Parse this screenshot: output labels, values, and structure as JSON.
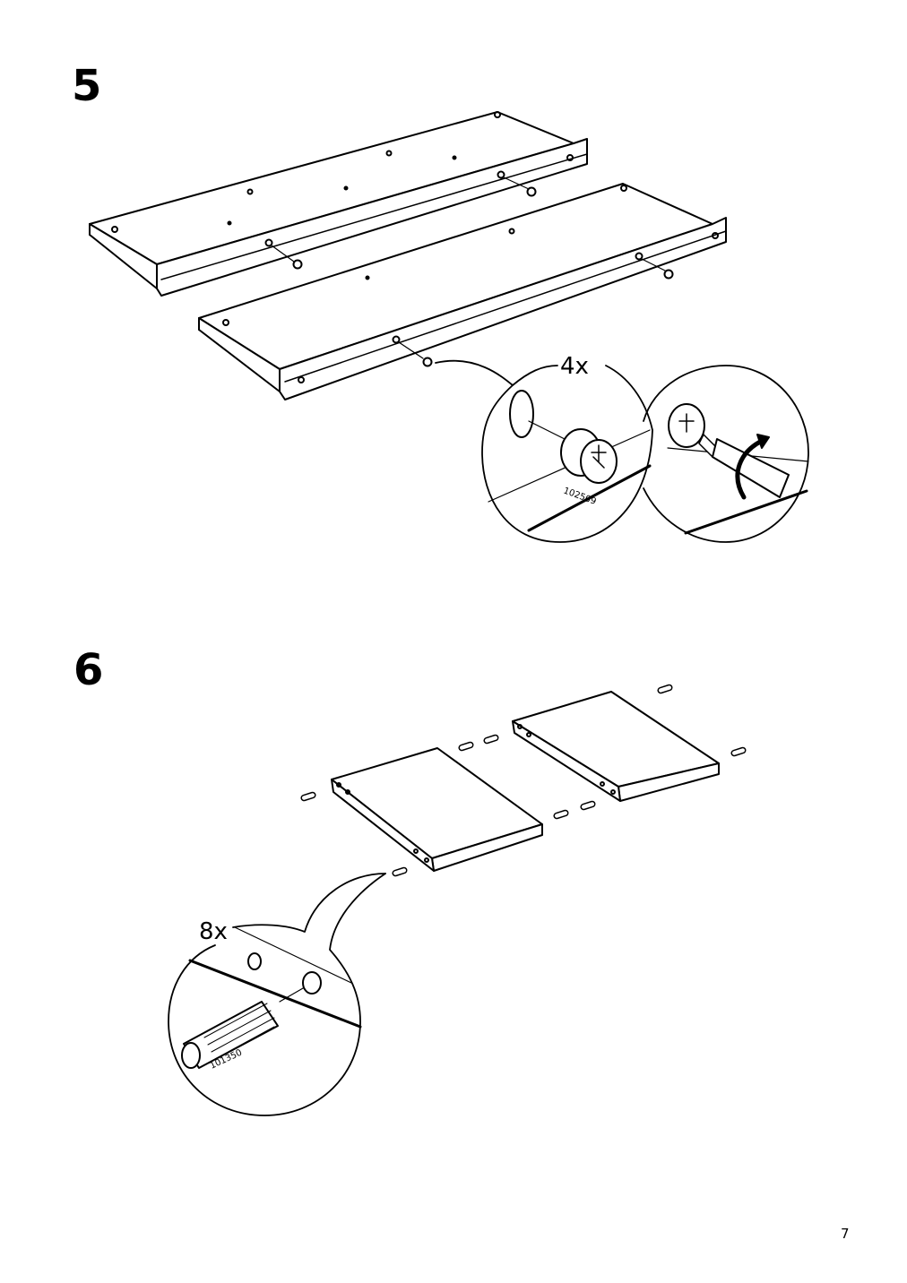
{
  "steps": [
    {
      "number": "5",
      "quantity": "4x",
      "part_number": "102509"
    },
    {
      "number": "6",
      "quantity": "8x",
      "part_number": "101350"
    }
  ],
  "page": {
    "number": "7"
  }
}
